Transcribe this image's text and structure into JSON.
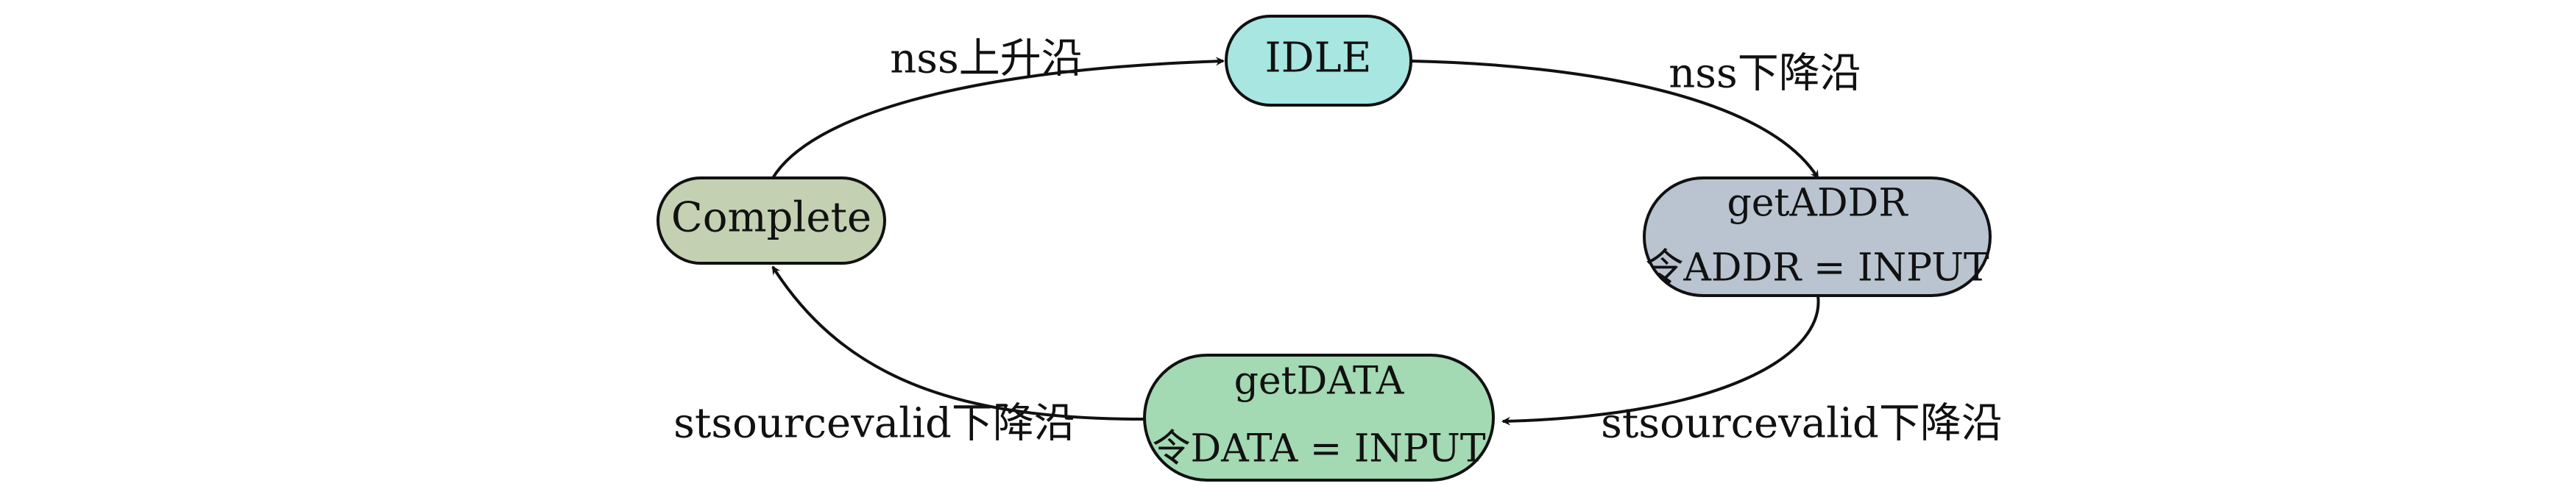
{
  "diagram": {
    "type": "state-machine",
    "states": {
      "idle": {
        "label": "IDLE",
        "color": "#a8e6e1"
      },
      "getaddr": {
        "title": "getADDR",
        "action": "令ADDR = INPUT",
        "color": "#b9c4d0"
      },
      "getdata": {
        "title": "getDATA",
        "action": "令DATA = INPUT",
        "color": "#a3d9b3"
      },
      "complete": {
        "label": "Complete",
        "color": "#c3d0b2"
      }
    },
    "transitions": {
      "complete_to_idle": {
        "label": "nss上升沿"
      },
      "idle_to_getaddr": {
        "label": "nss下降沿"
      },
      "getaddr_to_getdata": {
        "label": "stsourcevalid下降沿"
      },
      "getdata_to_complete": {
        "label": "stsourcevalid下降沿"
      }
    }
  }
}
